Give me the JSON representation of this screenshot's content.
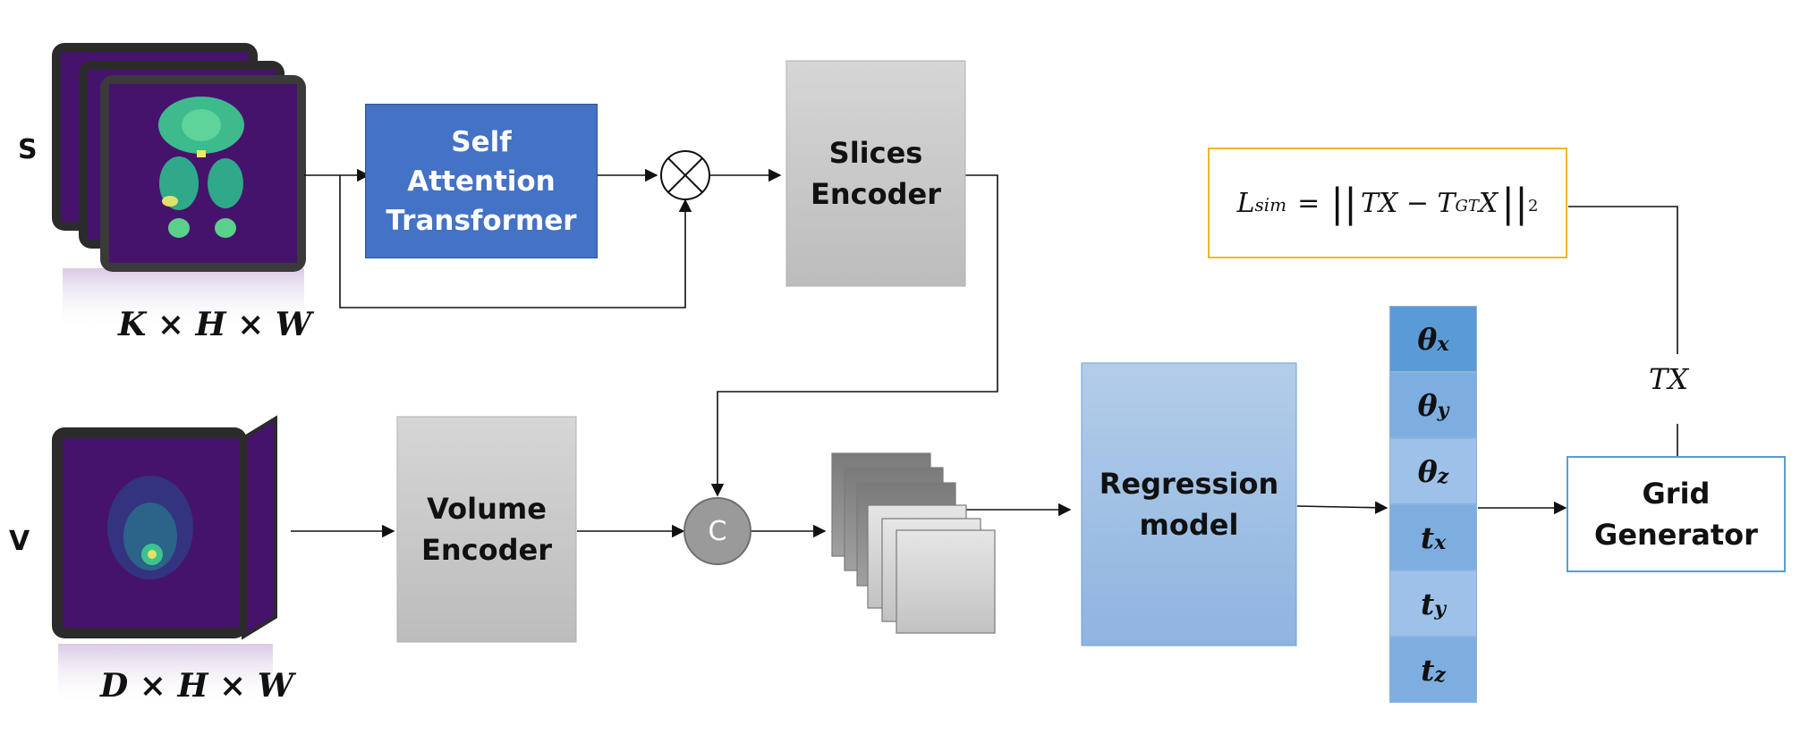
{
  "labels": {
    "slices": "S",
    "volume": "V",
    "slices_dims": "K × H × W",
    "volume_dims": "D × H × W"
  },
  "blocks": {
    "attention": "Self\nAttention\nTransformer",
    "slices_encoder": "Slices\nEncoder",
    "volume_encoder": "Volume\nEncoder",
    "regression": "Regression\nmodel",
    "grid": "Grid\nGenerator",
    "concat": "C"
  },
  "params": [
    {
      "sym": "θ",
      "sub": "x"
    },
    {
      "sym": "θ",
      "sub": "y"
    },
    {
      "sym": "θ",
      "sub": "z"
    },
    {
      "sym": "t",
      "sub": "x"
    },
    {
      "sym": "t",
      "sub": "y"
    },
    {
      "sym": "t",
      "sub": "z"
    }
  ],
  "loss": {
    "lhs": "L",
    "lhs_sub": "sim",
    "eq": "=",
    "body": "TX − T",
    "sup_gt": "GT",
    "x": "X",
    "sq": "2"
  },
  "tx_label": "TX",
  "colors": {
    "attention_fill": "#4472c4",
    "encoder_fill_top": "#d6d6d6",
    "encoder_fill_bottom": "#bcbcbc",
    "regression_top": "#b3cde9",
    "regression_bottom": "#8fb4e0",
    "param_dark": "#5b9bd5",
    "param_mid": "#7eaee0",
    "param_light": "#9dc1e8",
    "grid_border": "#5b9bd5",
    "loss_border": "#f2b52c",
    "mri_bg": "#46136c",
    "mri_tissue": "#3dc48e"
  }
}
